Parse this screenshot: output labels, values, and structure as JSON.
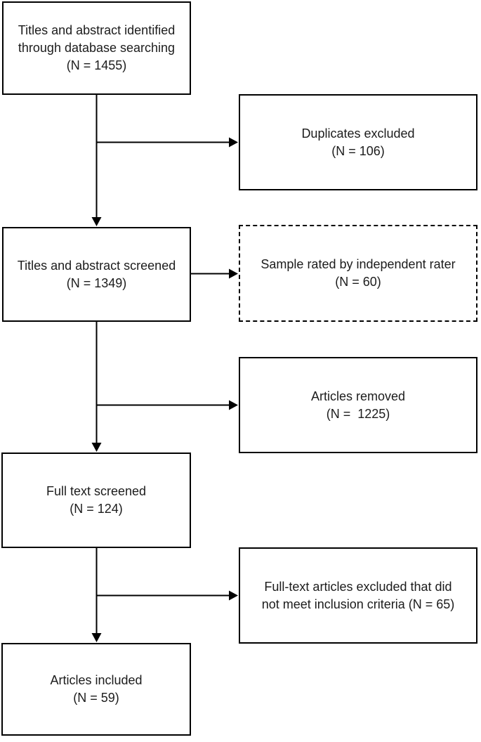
{
  "flowchart": {
    "colors": {
      "line": "#000000",
      "border": "#000000",
      "text": "#1c1c1c",
      "background": "#ffffff"
    },
    "boxes": [
      {
        "id": "identified",
        "border": "solid",
        "column": "left",
        "n": 1455,
        "lines": [
          "Titles and abstract identified",
          "through database searching",
          "(N = 1455)"
        ]
      },
      {
        "id": "duplicates-excluded",
        "border": "solid",
        "column": "right",
        "n": 106,
        "lines": [
          "Duplicates excluded",
          "(N = 106)"
        ]
      },
      {
        "id": "screened",
        "border": "solid",
        "column": "left",
        "n": 1349,
        "lines": [
          "Titles and abstract screened",
          "(N = 1349)"
        ]
      },
      {
        "id": "sample-rated",
        "border": "dashed",
        "column": "right",
        "n": 60,
        "lines": [
          "Sample rated by independent rater",
          "(N = 60)"
        ]
      },
      {
        "id": "articles-removed",
        "border": "solid",
        "column": "right",
        "n": 1225,
        "lines": [
          "Articles removed",
          "(N =  1225)"
        ]
      },
      {
        "id": "full-text-screened",
        "border": "solid",
        "column": "left",
        "n": 124,
        "lines": [
          "Full text screened",
          "(N = 124)"
        ]
      },
      {
        "id": "full-text-excluded",
        "border": "solid",
        "column": "right",
        "n": 65,
        "lines": [
          "Full-text articles excluded that did",
          "not meet inclusion criteria (N = 65)"
        ]
      },
      {
        "id": "included",
        "border": "solid",
        "column": "left",
        "n": 59,
        "lines": [
          "Articles included",
          "(N = 59)"
        ]
      }
    ],
    "arrows": [
      {
        "from": "identified",
        "to": "screened",
        "type": "down"
      },
      {
        "from": "identified",
        "to": "duplicates-excluded",
        "type": "branch-right"
      },
      {
        "from": "screened",
        "to": "sample-rated",
        "type": "right"
      },
      {
        "from": "screened",
        "to": "full-text-screened",
        "type": "down"
      },
      {
        "from": "screened",
        "to": "articles-removed",
        "type": "branch-right"
      },
      {
        "from": "full-text-screened",
        "to": "included",
        "type": "down"
      },
      {
        "from": "full-text-screened",
        "to": "full-text-excluded",
        "type": "branch-right"
      }
    ]
  }
}
